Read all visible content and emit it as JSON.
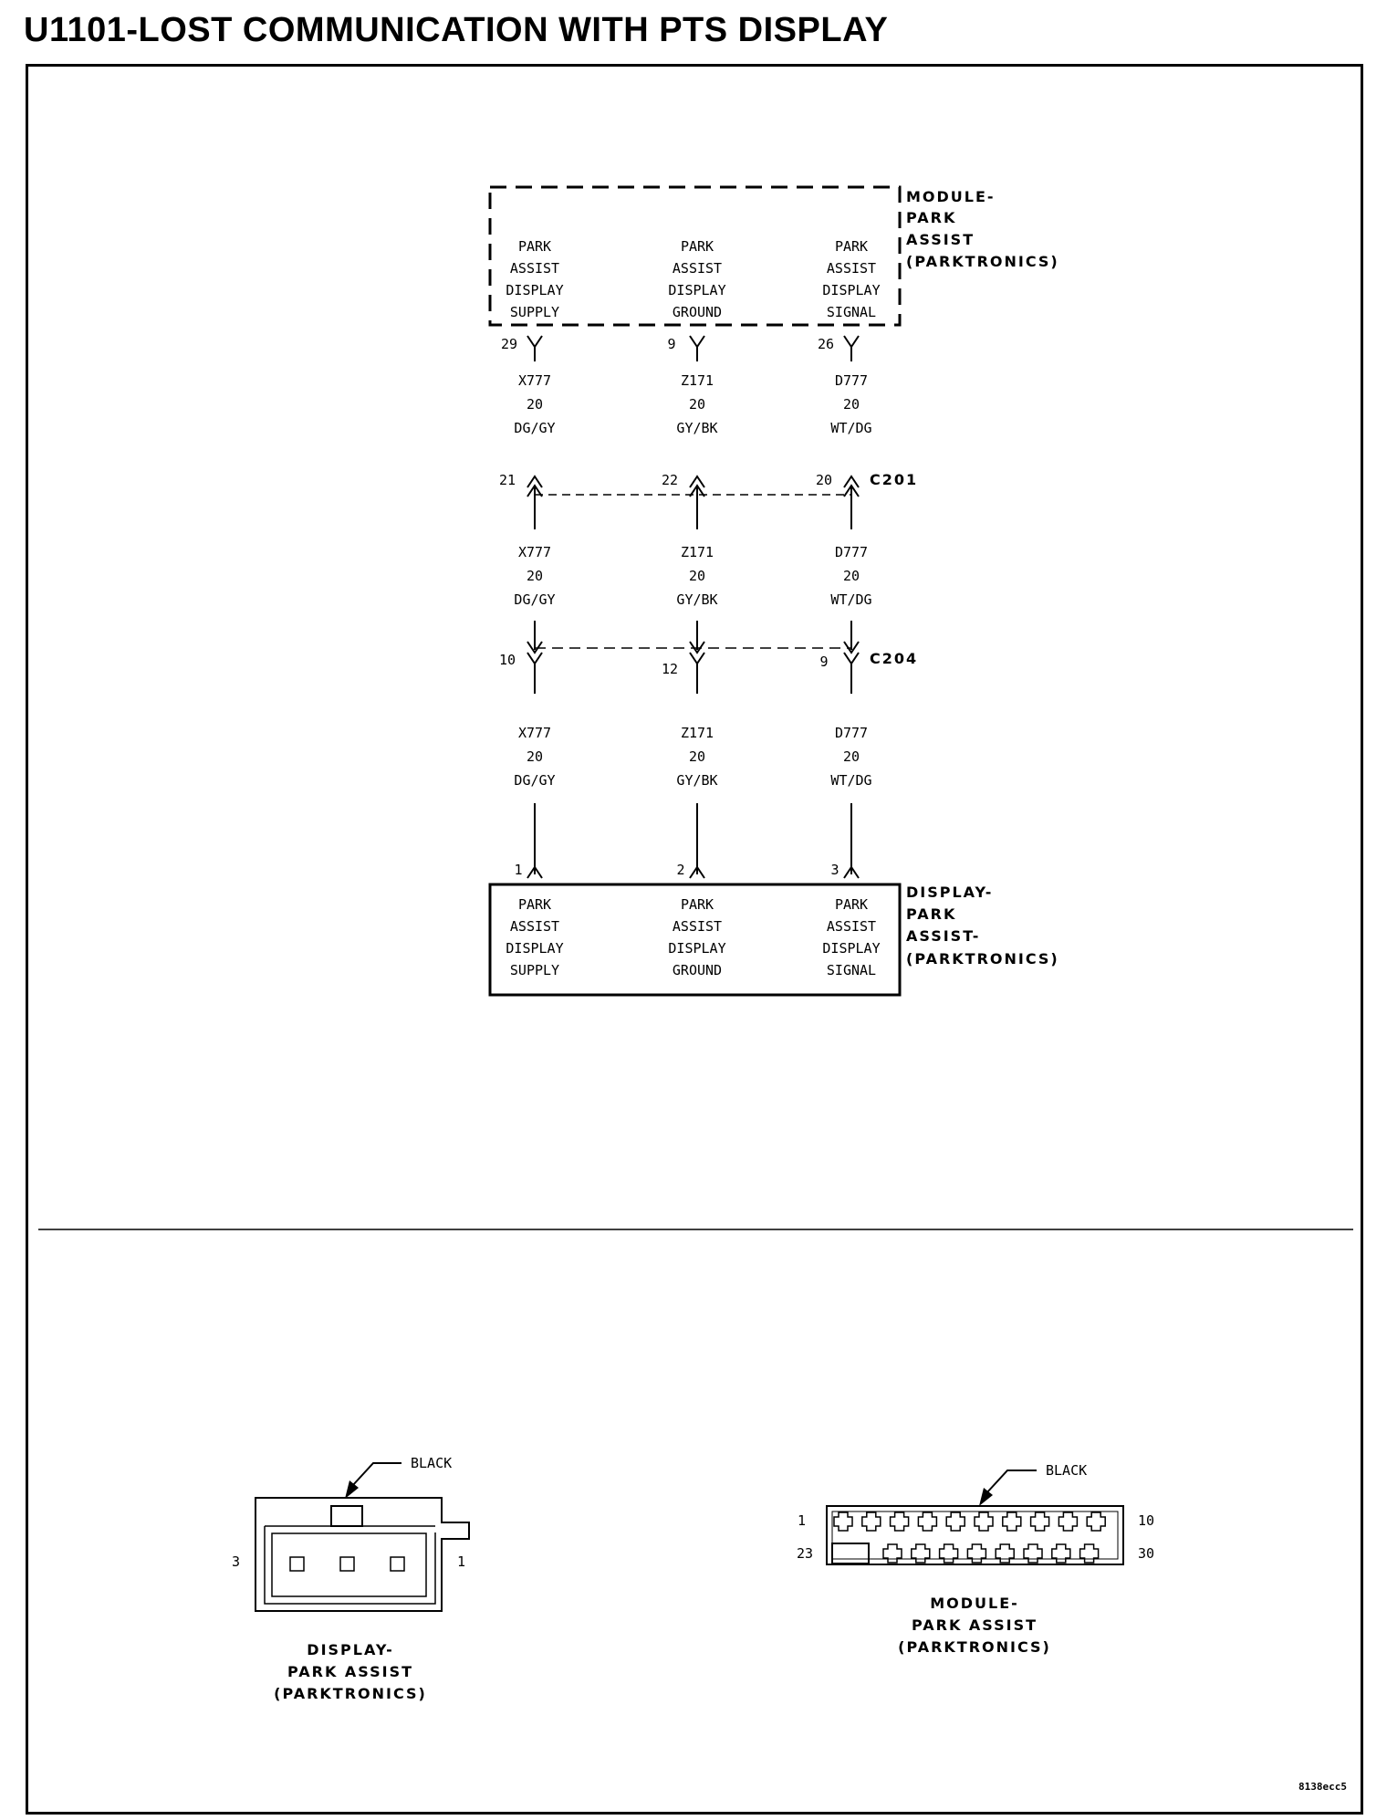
{
  "title": "U1101-LOST COMMUNICATION WITH PTS DISPLAY",
  "module": {
    "label": [
      "MODULE-",
      "PARK",
      "ASSIST",
      "(PARKTRONICS)"
    ],
    "pins": [
      {
        "name": [
          "PARK",
          "ASSIST",
          "DISPLAY",
          "SUPPLY"
        ],
        "pin": "29"
      },
      {
        "name": [
          "PARK",
          "ASSIST",
          "DISPLAY",
          "GROUND"
        ],
        "pin": "9"
      },
      {
        "name": [
          "PARK",
          "ASSIST",
          "DISPLAY",
          "SIGNAL"
        ],
        "pin": "26"
      }
    ]
  },
  "wires": [
    {
      "circuit": "X777",
      "gauge": "20",
      "color": "DG/GY"
    },
    {
      "circuit": "Z171",
      "gauge": "20",
      "color": "GY/BK"
    },
    {
      "circuit": "D777",
      "gauge": "20",
      "color": "WT/DG"
    }
  ],
  "c201": {
    "label": "C201",
    "pins": [
      "21",
      "22",
      "20"
    ]
  },
  "c204": {
    "label": "C204",
    "pins": [
      "10",
      "12",
      "9"
    ]
  },
  "display": {
    "label": [
      "DISPLAY-",
      "PARK",
      "ASSIST-",
      "(PARKTRONICS)"
    ],
    "pins": [
      {
        "name": [
          "PARK",
          "ASSIST",
          "DISPLAY",
          "SUPPLY"
        ],
        "pin": "1"
      },
      {
        "name": [
          "PARK",
          "ASSIST",
          "DISPLAY",
          "GROUND"
        ],
        "pin": "2"
      },
      {
        "name": [
          "PARK",
          "ASSIST",
          "DISPLAY",
          "SIGNAL"
        ],
        "pin": "3"
      }
    ]
  },
  "connector_left": {
    "color_label": "BLACK",
    "pin_left": "3",
    "pin_right": "1",
    "caption": [
      "DISPLAY-",
      "PARK ASSIST",
      "(PARKTRONICS)"
    ]
  },
  "connector_right": {
    "color_label": "BLACK",
    "row1_left": "1",
    "row1_right": "10",
    "row2_left": "23",
    "row2_right": "30",
    "caption": [
      "MODULE-",
      "PARK ASSIST",
      "(PARKTRONICS)"
    ]
  },
  "figure_code": "8138ecc5"
}
